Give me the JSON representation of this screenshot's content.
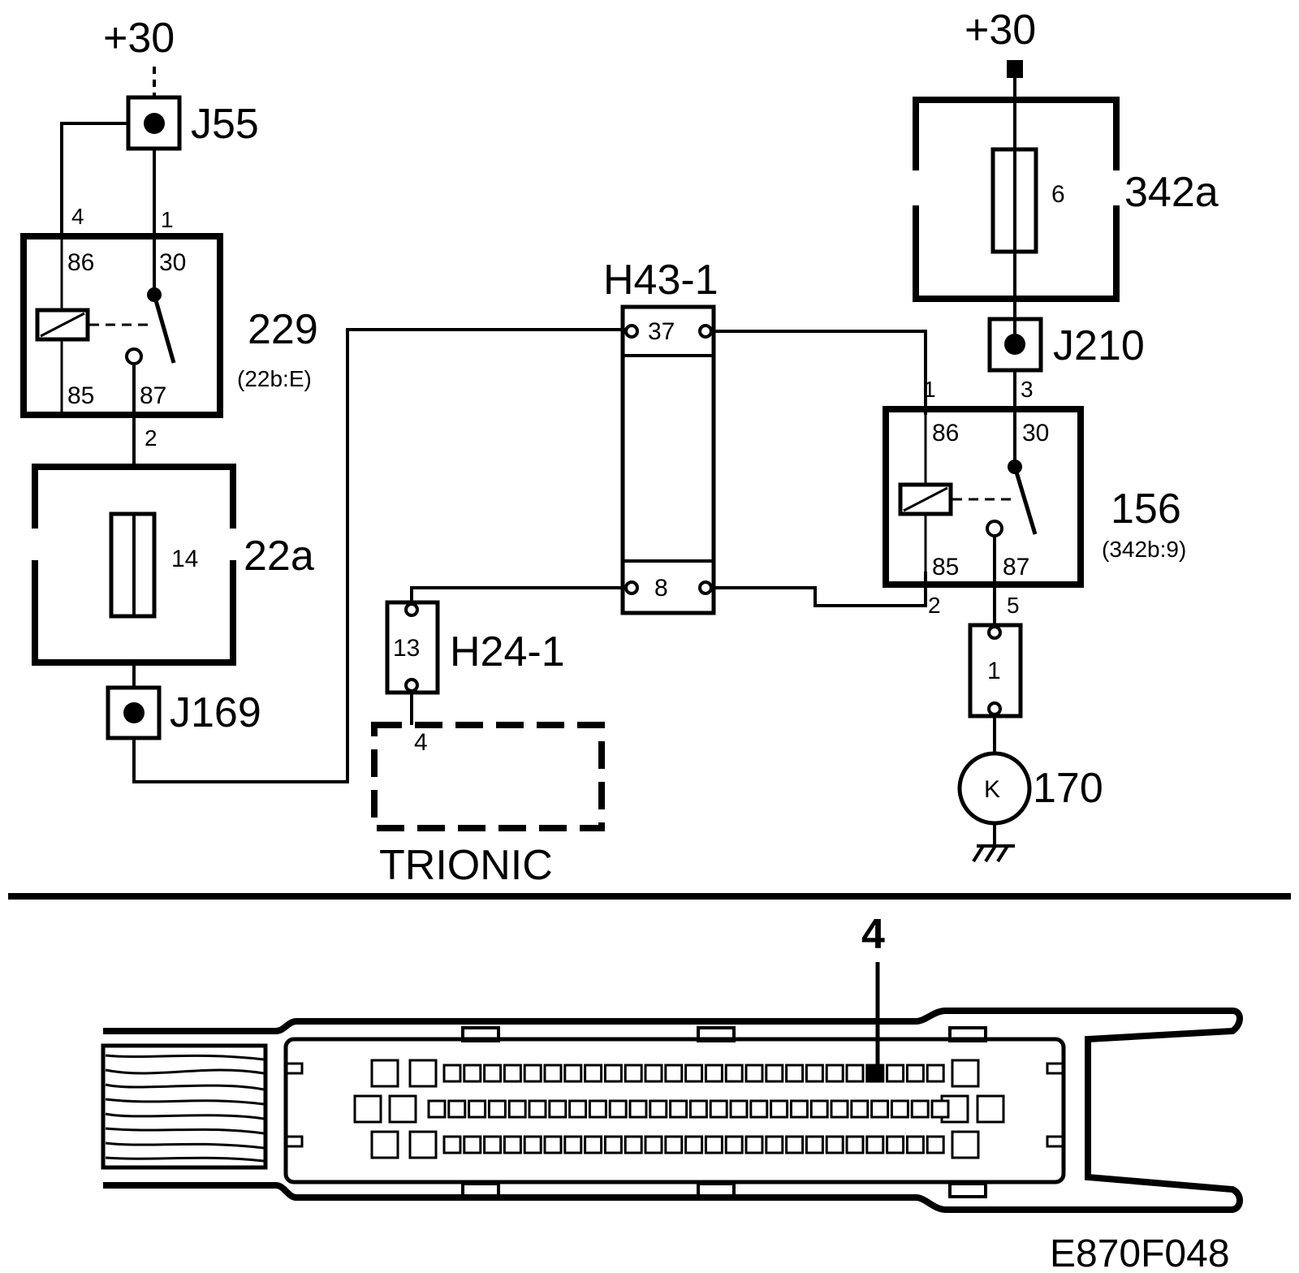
{
  "supply": {
    "left": "+30",
    "right": "+30"
  },
  "junctions": {
    "j55": "J55",
    "j169": "J169",
    "j210": "J210"
  },
  "relay229": {
    "id": "229",
    "ref": "(22b:E)",
    "wire_top_left": "4",
    "wire_top_right": "1",
    "wire_bottom": "2",
    "pins": {
      "p86": "86",
      "p30": "30",
      "p85": "85",
      "p87": "87"
    }
  },
  "fuse_box_22a": {
    "id": "22a",
    "fuse": "14"
  },
  "fuse_box_342a": {
    "id": "342a",
    "fuse": "6"
  },
  "connector_h43": {
    "id": "H43-1",
    "pin_top": "37",
    "pin_bottom": "8"
  },
  "connector_h24": {
    "id": "H24-1",
    "pin": "13"
  },
  "trionic": {
    "label": "TRIONIC",
    "pin": "4"
  },
  "relay156": {
    "id": "156",
    "ref": "(342b:9)",
    "wire_top_left": "1",
    "wire_top_right": "3",
    "wire_bottom_left": "2",
    "wire_bottom_right": "5",
    "pins": {
      "p86": "86",
      "p30": "30",
      "p85": "85",
      "p87": "87"
    }
  },
  "connector_170": {
    "pin": "1"
  },
  "component_170": {
    "id": "170",
    "symbol": "K"
  },
  "ecu": {
    "pin_callout": "4"
  },
  "figure_code": "E870F048"
}
